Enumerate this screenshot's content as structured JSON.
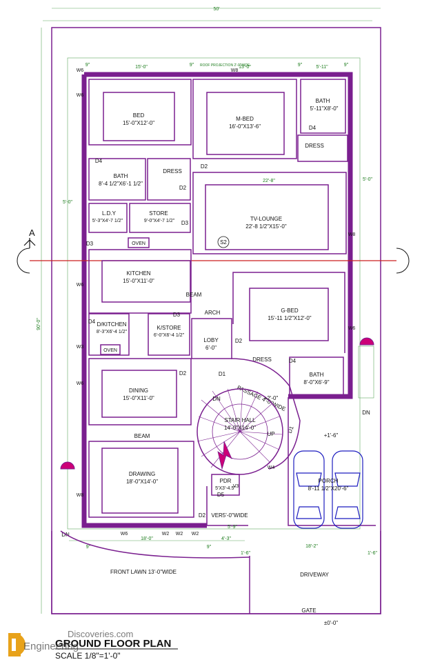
{
  "drawing": {
    "title": "GROUND FLOOR PLAN",
    "scale": "SCALE 1/8\"=1'-0\"",
    "section_marker": "A",
    "watermark_top": "Discoveries.com",
    "watermark_bottom": "Engineering"
  },
  "dimensions": {
    "overall_width": "50'",
    "overall_depth": "90'-0\"",
    "roof_projection": "ROOF PROJECTION 2'-0\"WIDE",
    "top_9a": "9\"",
    "top_15": "15'-0\"",
    "top_9b": "9\"",
    "top_13": "13'-0\"",
    "top_9c": "9\"",
    "top_5_11": "5'-11\"",
    "top_9d": "9\"",
    "left_5_0": "5'-0\"",
    "right_5_0": "5'-0\"",
    "lounge_22": "22'-8\"",
    "bottom_9a": "9\"",
    "bottom_18": "18'-0\"",
    "bottom_9b": "9\"",
    "bottom_4_3": "4'-3\"",
    "bottom_5_9": "5'-9\"",
    "bottom_18_2": "18'-2\"",
    "bottom_1_6a": "1'-6\"",
    "bottom_1_6b": "1'-6\"",
    "lev_2": "+2'-0\"",
    "lev_1_6": "+1'-6\"",
    "lev_0": "±0'-0\""
  },
  "rooms": {
    "bed": {
      "name": "BED",
      "size": "15'-0\"X12'-0\""
    },
    "mbed": {
      "name": "M-BED",
      "size": "16'-0\"X13'-6\""
    },
    "bath_top": {
      "name": "BATH",
      "size": "5'-11\"X8'-0\""
    },
    "dress_top": "DRESS",
    "bath_left": {
      "name": "BATH",
      "size": "8'-4 1/2\"X6'-1 1/2\""
    },
    "dress_left": "DRESS",
    "ldy": {
      "name": "L.D.Y",
      "size": "5'-3\"X4'-7 1/2\""
    },
    "store": {
      "name": "STORE",
      "size": "9'-0\"X4'-7 1/2\""
    },
    "tv": {
      "name": "TV-LOUNGE",
      "size": "22'-8 1/2\"X15'-0\""
    },
    "s2": "S2",
    "oven_top": "OVEN",
    "kitchen": {
      "name": "KITCHEN",
      "size": "15'-0\"X11'-0\""
    },
    "beam": "BEAM",
    "arch": "ARCH",
    "dkitchen": {
      "name": "D/KITCHEN",
      "size": "8'-3\"X6'-4 1/2\""
    },
    "kstore": {
      "name": "K/STORE",
      "size": "6'-0\"X6'-4 1/2\""
    },
    "oven_bottom": "OVEN",
    "loby": {
      "name": "LOBY",
      "size": "6'-0\""
    },
    "gbed": {
      "name": "G-BED",
      "size": "15'-11 1/2\"X12'-0\""
    },
    "dress_mid": "DRESS",
    "bath_right": {
      "name": "BATH",
      "size": "8'-0\"X6'-9\""
    },
    "dining": {
      "name": "DINING",
      "size": "15'-0\"X11'-0\""
    },
    "passage": "PASSAGE 4'-0\"WIDE",
    "stair": {
      "name": "STAIR HALL",
      "size": "14'-0\"X14'-0\""
    },
    "dn": "DN",
    "up": "UP",
    "beam_bottom": "BEAM",
    "drawing": {
      "name": "DRAWING",
      "size": "18'-0\"X14'-0\""
    },
    "pdr": {
      "name": "PDR",
      "size": "5'X3'-4.5\""
    },
    "porch": {
      "name": "PORCH",
      "size": "8'-11 1/2\"X20'-6\""
    },
    "veranda": "VER5'-0\"WIDE",
    "front_lawn": "FRONT LAWN 13'-0\"WIDE",
    "driveway": "DRIVEWAY",
    "gate": "GATE"
  },
  "openings": {
    "w6": "W6",
    "w8": "W8",
    "w3": "W3",
    "w2": "W2",
    "w4": "W4",
    "v3": "V3",
    "d1": "D1",
    "d2": "D2",
    "d3": "D3",
    "d4": "D4",
    "d5": "D5",
    "dn": "DN"
  },
  "colors": {
    "wall": "#7a1f8f",
    "dim_line": "#5fa85f",
    "cars": "#1b1bbf",
    "section_line": "#cc1f1f",
    "steps": "#cc0077"
  }
}
